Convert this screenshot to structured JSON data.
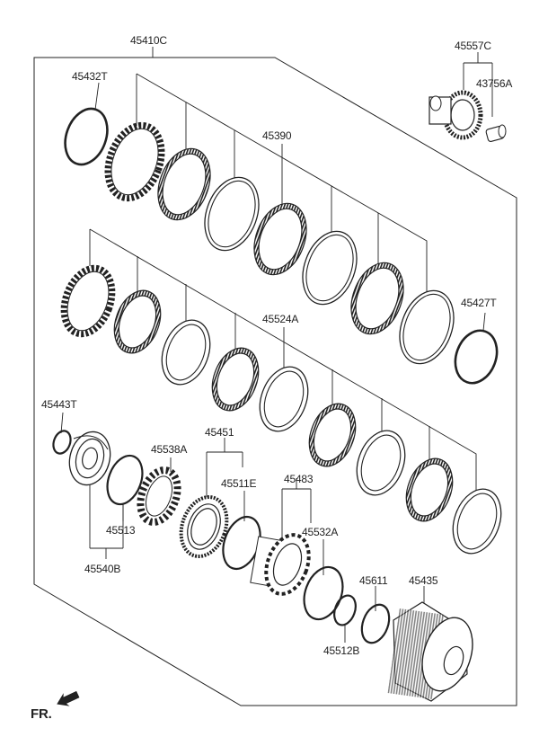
{
  "diagram": {
    "labels": {
      "p45410C": "45410C",
      "p45432T": "45432T",
      "p45557C": "45557C",
      "p43756A": "43756A",
      "p45390": "45390",
      "p45524A": "45524A",
      "p45427T": "45427T",
      "p45443T": "45443T",
      "p45538A": "45538A",
      "p45451": "45451",
      "p45511E": "45511E",
      "p45483": "45483",
      "p45513": "45513",
      "p45532A": "45532A",
      "p45540B": "45540B",
      "p45611": "45611",
      "p45435": "45435",
      "p45512B": "45512B"
    },
    "direction_label": "FR."
  }
}
